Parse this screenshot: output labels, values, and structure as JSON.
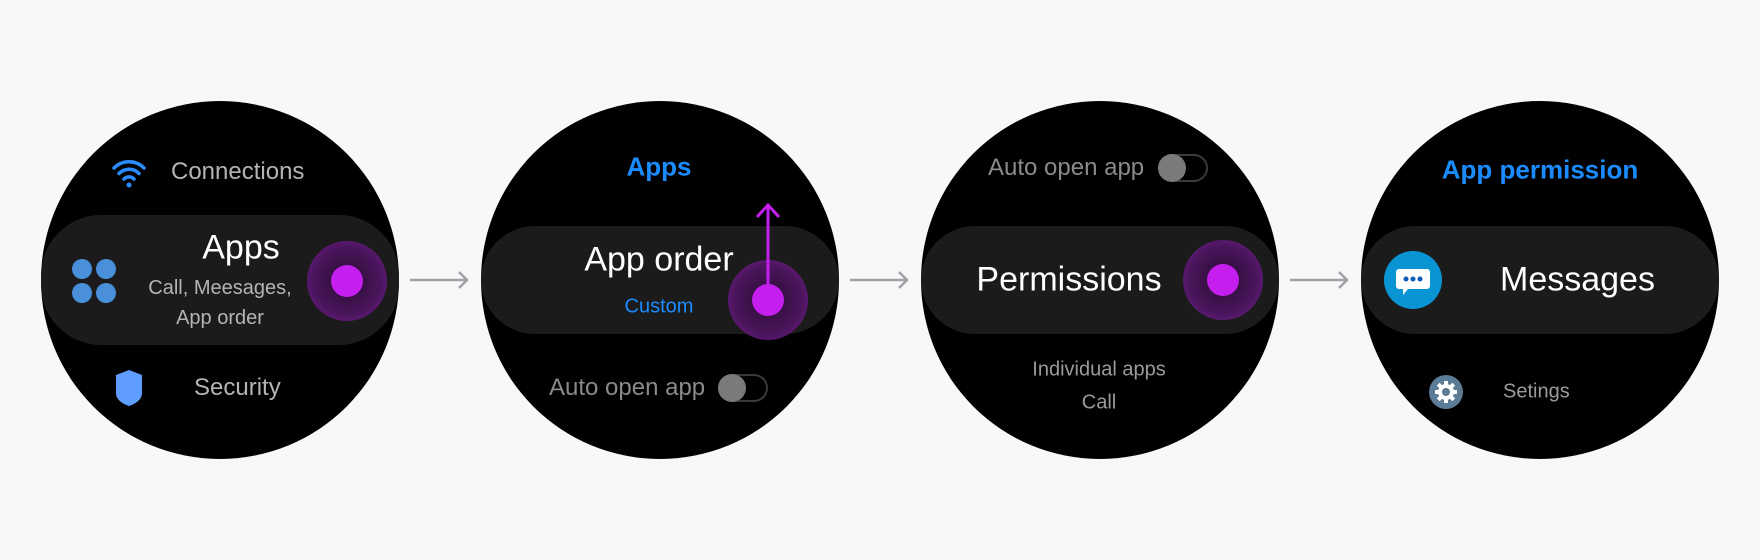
{
  "colors": {
    "accent": "#1a8cff",
    "touch": "#c51ff0",
    "background": "#f8f8f8",
    "message_icon": "#0995d4",
    "gear_icon": "#5c7b95"
  },
  "screen1": {
    "connections": {
      "label": "Connections",
      "icon": "wifi-icon"
    },
    "apps": {
      "label": "Apps",
      "subtitle": "Call, Meesages, App order",
      "icon": "apps-grid-icon"
    },
    "security": {
      "label": "Security",
      "icon": "shield-icon"
    }
  },
  "screen2": {
    "title": "Apps",
    "app_order": {
      "label": "App order",
      "value": "Custom"
    },
    "auto_open": {
      "label": "Auto open app",
      "toggle_on": false
    }
  },
  "screen3": {
    "auto_open": {
      "label": "Auto open app",
      "toggle_on": false
    },
    "permissions": {
      "label": "Permissions"
    },
    "individual": {
      "label": "Individual apps",
      "value": "Call"
    }
  },
  "screen4": {
    "title": "App permission",
    "messages": {
      "label": "Messages",
      "icon": "messages-icon"
    },
    "settings": {
      "label": "Setings",
      "icon": "gear-icon"
    }
  }
}
